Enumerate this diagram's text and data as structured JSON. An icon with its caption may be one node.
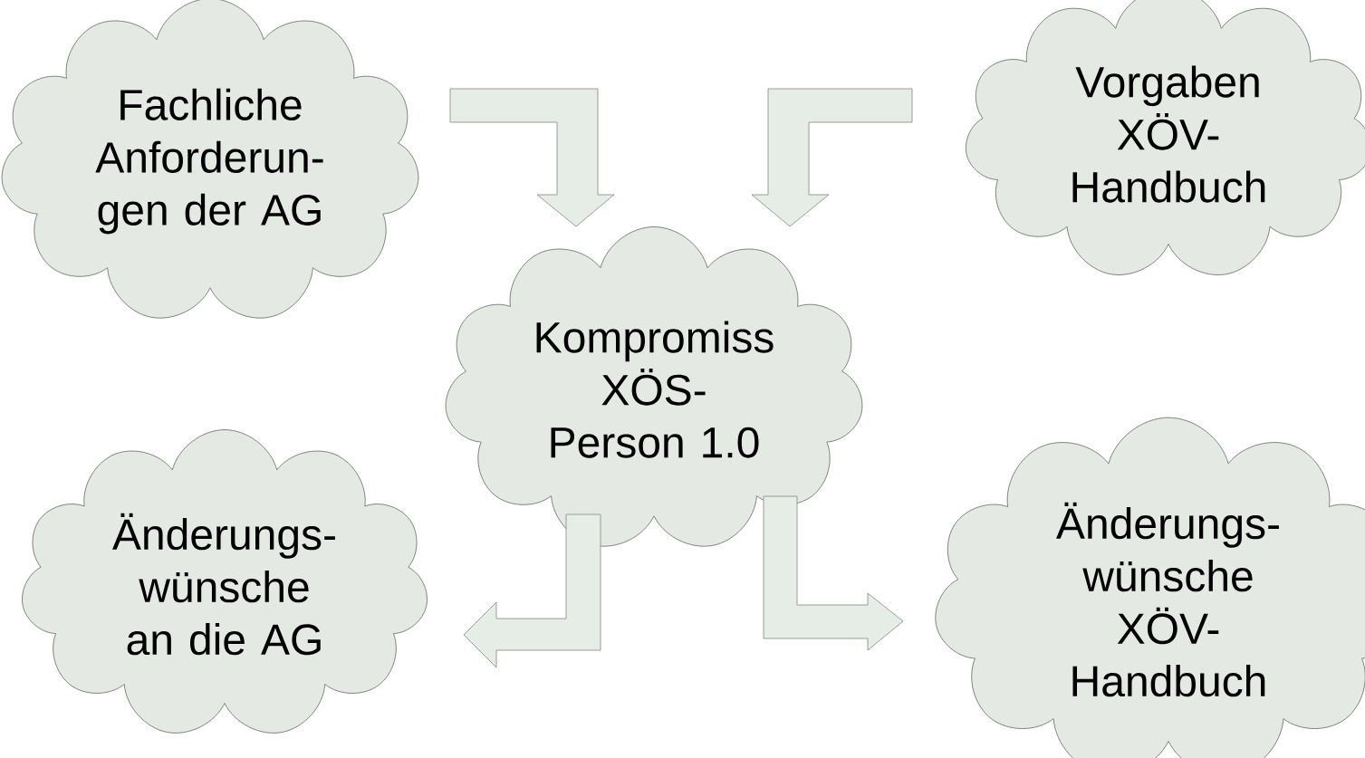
{
  "diagram": {
    "nodes": [
      {
        "text": [
          "Fachliche Anforderun- gen der AG"
        ]
      },
      {
        "text": [
          "Vorgaben XÖV- Handbuch"
        ]
      },
      {
        "text": [
          "Kompromiss XÖS-Person 1.0"
        ]
      },
      {
        "text": [
          "Änderungs- wünsche an die AG"
        ]
      },
      {
        "text": [
          "Änderungs- wünsche XÖV- Handbuch"
        ]
      }
    ],
    "edges": [
      {
        "from": 0,
        "to": 2,
        "arrow": "to"
      },
      {
        "from": 1,
        "to": 2,
        "arrow": "to"
      },
      {
        "from": 2,
        "to": 3,
        "arrow": "to"
      },
      {
        "from": 2,
        "to": 4,
        "arrow": "to"
      }
    ]
  }
}
